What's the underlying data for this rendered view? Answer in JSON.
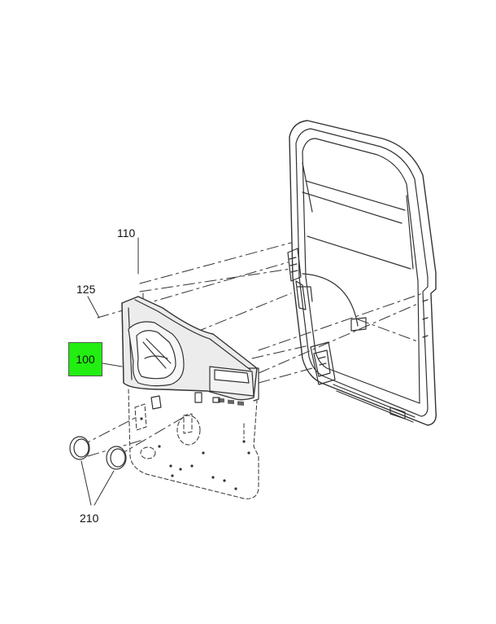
{
  "diagram": {
    "callouts": [
      {
        "id": "110",
        "label": "110",
        "highlighted": false
      },
      {
        "id": "125",
        "label": "125",
        "highlighted": false
      },
      {
        "id": "100",
        "label": "100",
        "highlighted": true
      },
      {
        "id": "210",
        "label": "210",
        "highlighted": false
      }
    ],
    "highlight_color": "#22ee11",
    "line_color": "#333333"
  }
}
